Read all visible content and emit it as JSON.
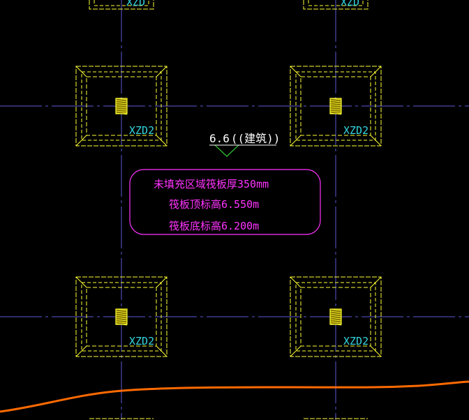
{
  "colors": {
    "background": "#000000",
    "gridline": "#5a5ad8",
    "footing": "#ffff33",
    "column": "#ffff33",
    "footing_label": "#33d6e0",
    "elevation": "#ffffff",
    "elevation_marker": "#33d633",
    "note": "#ff33ff",
    "curve": "#ff6a00"
  },
  "footings": [
    {
      "id": "tl",
      "label": "XZD2"
    },
    {
      "id": "tr",
      "label": "XZD2"
    },
    {
      "id": "bl",
      "label": "XZD2"
    },
    {
      "id": "br",
      "label": "XZD2"
    }
  ],
  "partial_footing_label": "XZD",
  "elevation": {
    "value": "6.6",
    "suffix": "((建筑))"
  },
  "note": {
    "line1": "未填充区域筏板厚350mm",
    "line2": "筏板顶标高6.550m",
    "line3": "筏板底标高6.200m"
  }
}
